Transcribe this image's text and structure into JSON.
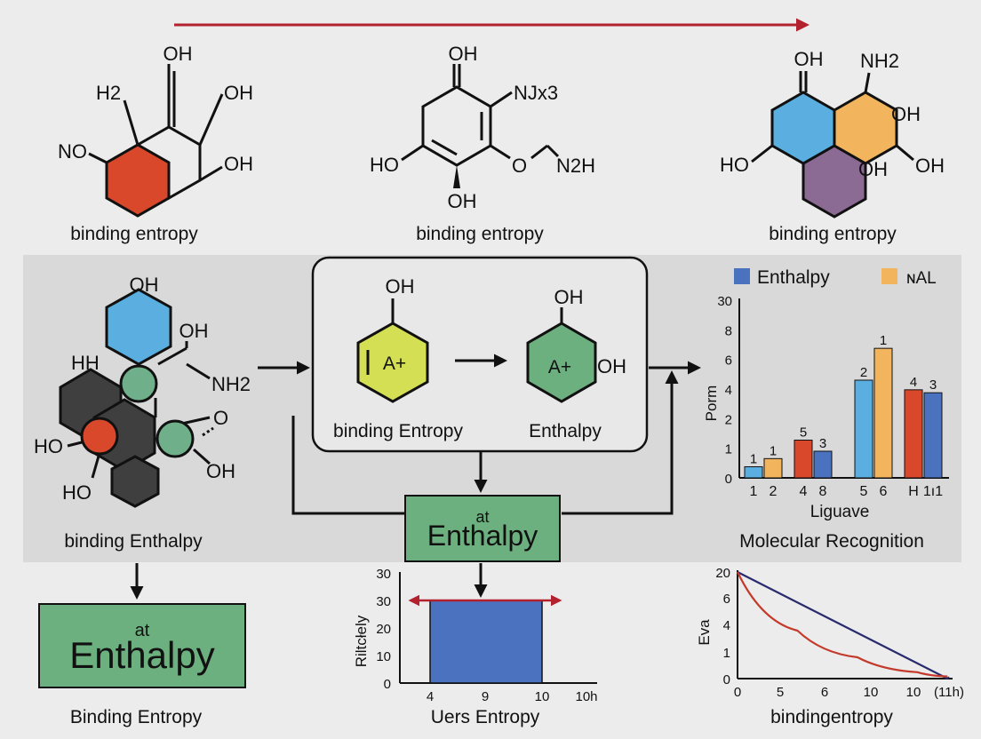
{
  "colors": {
    "page_bg": "#ececec",
    "band_bg": "#d9d9d9",
    "arrow_red": "#b3202e",
    "red_orange": "#d9482a",
    "sky_blue": "#5aaee0",
    "light_orange": "#f2b55d",
    "purple": "#8b6a94",
    "mint": "#6fb08a",
    "dark_gray": "#3f3f3f",
    "yellow_green": "#d5df54",
    "box_green": "#6db07f",
    "bar_blue": "#4a72bf",
    "bar_orange": "#d9482a",
    "line_navy": "#2a2a6e",
    "line_red": "#c43a2a"
  },
  "top_row": {
    "molecule_1": {
      "oh_top": "OH",
      "oh_right1": "OH",
      "oh_right2": "OH",
      "h2": "H2",
      "no": "NO",
      "caption": "binding entropy"
    },
    "molecule_2": {
      "oh_top": "OH",
      "n_group": "NJx3",
      "ho_left": "HO",
      "o": "O",
      "n2h": "N2H",
      "oh_bottom": "OH",
      "caption": "binding entropy"
    },
    "molecule_3": {
      "oh_top": "OH",
      "nh2": "NH2",
      "oh_right1": "OH",
      "oh_inner": "OH",
      "oh_right2": "OH",
      "ho_left": "HO",
      "caption": "binding entropy"
    }
  },
  "middle_row": {
    "molecule_4": {
      "oh_top": "OH",
      "oh_right": "OH",
      "hh": "HH",
      "nh2": "NH2",
      "o": "O",
      "ho_left": "HO",
      "ho_bottom": "HO",
      "oh_bottom": "OH",
      "caption": "binding Enthalpy"
    },
    "reaction_box": {
      "left_ring_label": "A+",
      "left_oh": "OH",
      "right_ring_label": "A+",
      "right_oh_top": "OH",
      "right_oh_side": "OH",
      "left_caption": "binding Entropy",
      "right_caption": "Enthalpy"
    },
    "center_box": {
      "small": "at",
      "big": "Enthalpy"
    }
  },
  "bottom_left_box": {
    "small": "at",
    "big": "Enthalpy",
    "caption": "Binding Entropy"
  },
  "chart_data": [
    {
      "type": "bar",
      "legend": [
        "Enthalpy",
        "ɴAL"
      ],
      "ylabel": "Porm",
      "xlabel": "Liguave",
      "caption": "Molecular Recognition",
      "y_ticks": [
        "0",
        "1",
        "2",
        "4",
        "6",
        "8",
        "30"
      ],
      "x_ticks": [
        "1",
        "2",
        "4",
        "8",
        "5",
        "6",
        "H",
        "1ı1"
      ],
      "bars": [
        {
          "level": 0.75,
          "color": "sky_blue",
          "label": "1"
        },
        {
          "level": 1.3,
          "color": "light_orange",
          "label": "1"
        },
        {
          "level": 2.55,
          "color": "bar_orange",
          "label": "5"
        },
        {
          "level": 1.8,
          "color": "bar_blue",
          "label": "3"
        },
        {
          "level": 6.6,
          "color": "sky_blue",
          "label": "2"
        },
        {
          "level": 8.75,
          "color": "light_orange",
          "label": "1"
        },
        {
          "level": 5.95,
          "color": "bar_orange",
          "label": "4"
        },
        {
          "level": 5.75,
          "color": "bar_blue",
          "label": "3"
        }
      ]
    },
    {
      "type": "bar",
      "ylabel": "Riltcłely",
      "caption": "Uers Entropy",
      "y_ticks": [
        "0",
        "10",
        "20",
        "30",
        "30"
      ],
      "x_ticks": [
        "4",
        "9",
        "10",
        "10h"
      ],
      "bar": {
        "x_start": 4,
        "x_end": 10,
        "value": 30
      }
    },
    {
      "type": "line",
      "ylabel": "Eva",
      "caption": "bindingentropy",
      "y_ticks": [
        "0",
        "1",
        "4",
        "6",
        "20"
      ],
      "x_ticks": [
        "0",
        "5",
        "6",
        "10",
        "10",
        "(11h)"
      ],
      "series": [
        {
          "color": "line_navy",
          "x": [
            0,
            10.5
          ],
          "y": [
            20,
            0
          ]
        },
        {
          "color": "line_red",
          "x": [
            0,
            3,
            6,
            9,
            10.5
          ],
          "y": [
            20,
            9,
            4,
            1.2,
            0.4
          ]
        }
      ]
    }
  ]
}
